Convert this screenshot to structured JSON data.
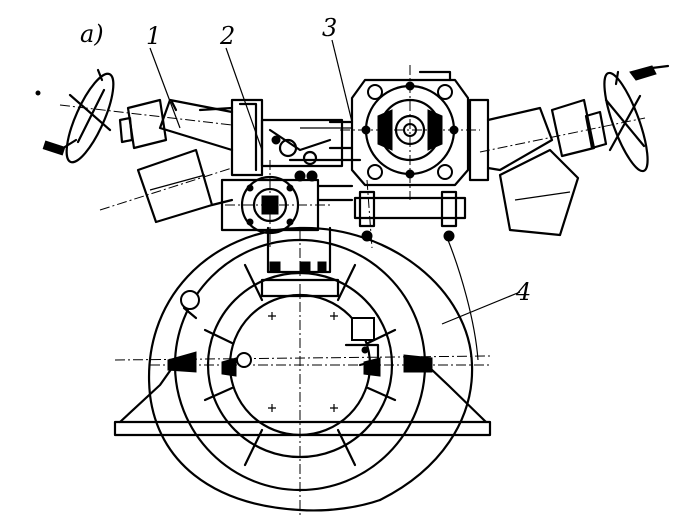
{
  "figure": {
    "panel_label": "a)",
    "callouts": [
      {
        "id": "1",
        "text": "1"
      },
      {
        "id": "2",
        "text": "2"
      },
      {
        "id": "3",
        "text": "3"
      },
      {
        "id": "4",
        "text": "4"
      }
    ]
  },
  "colors": {
    "ink": "#000000",
    "paper": "#ffffff"
  }
}
